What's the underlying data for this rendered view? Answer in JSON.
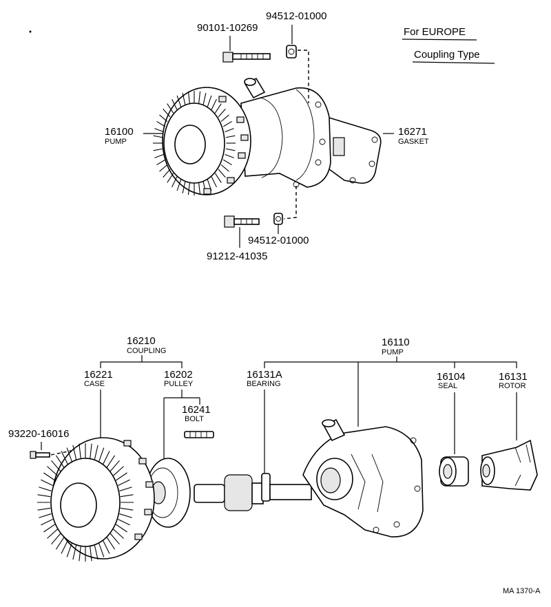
{
  "header": {
    "region": "For EUROPE",
    "variant": "Coupling Type"
  },
  "upper_assembly": {
    "callouts": [
      {
        "key": "bolt_top",
        "number": "90101-10269",
        "name": ""
      },
      {
        "key": "nut_top",
        "number": "94512-01000",
        "name": ""
      },
      {
        "key": "pump",
        "number": "16100",
        "name": "PUMP"
      },
      {
        "key": "gasket",
        "number": "16271",
        "name": "GASKET"
      },
      {
        "key": "nut_bottom",
        "number": "94512-01000",
        "name": ""
      },
      {
        "key": "bolt_bottom",
        "number": "91212-41035",
        "name": ""
      }
    ]
  },
  "lower_assembly": {
    "coupling": {
      "number": "16210",
      "name": "COUPLING"
    },
    "case": {
      "number": "16221",
      "name": "CASE"
    },
    "pulley": {
      "number": "16202",
      "name": "PULLEY"
    },
    "bolt": {
      "number": "16241",
      "name": "BOLT"
    },
    "screw": {
      "number": "93220-16016",
      "name": ""
    },
    "pump": {
      "number": "16110",
      "name": "PUMP"
    },
    "bearing": {
      "number": "16131A",
      "name": "BEARING"
    },
    "seal": {
      "number": "16104",
      "name": "SEAL"
    },
    "rotor": {
      "number": "16131",
      "name": "ROTOR"
    }
  },
  "footer": {
    "code": "MA 1370-A"
  },
  "icons": [
    "fan-coupling-icon",
    "water-pump-icon",
    "gasket-plate-icon",
    "bolt-icon",
    "nut-icon",
    "bearing-shaft-icon",
    "seal-ring-icon",
    "rotor-impeller-icon"
  ]
}
